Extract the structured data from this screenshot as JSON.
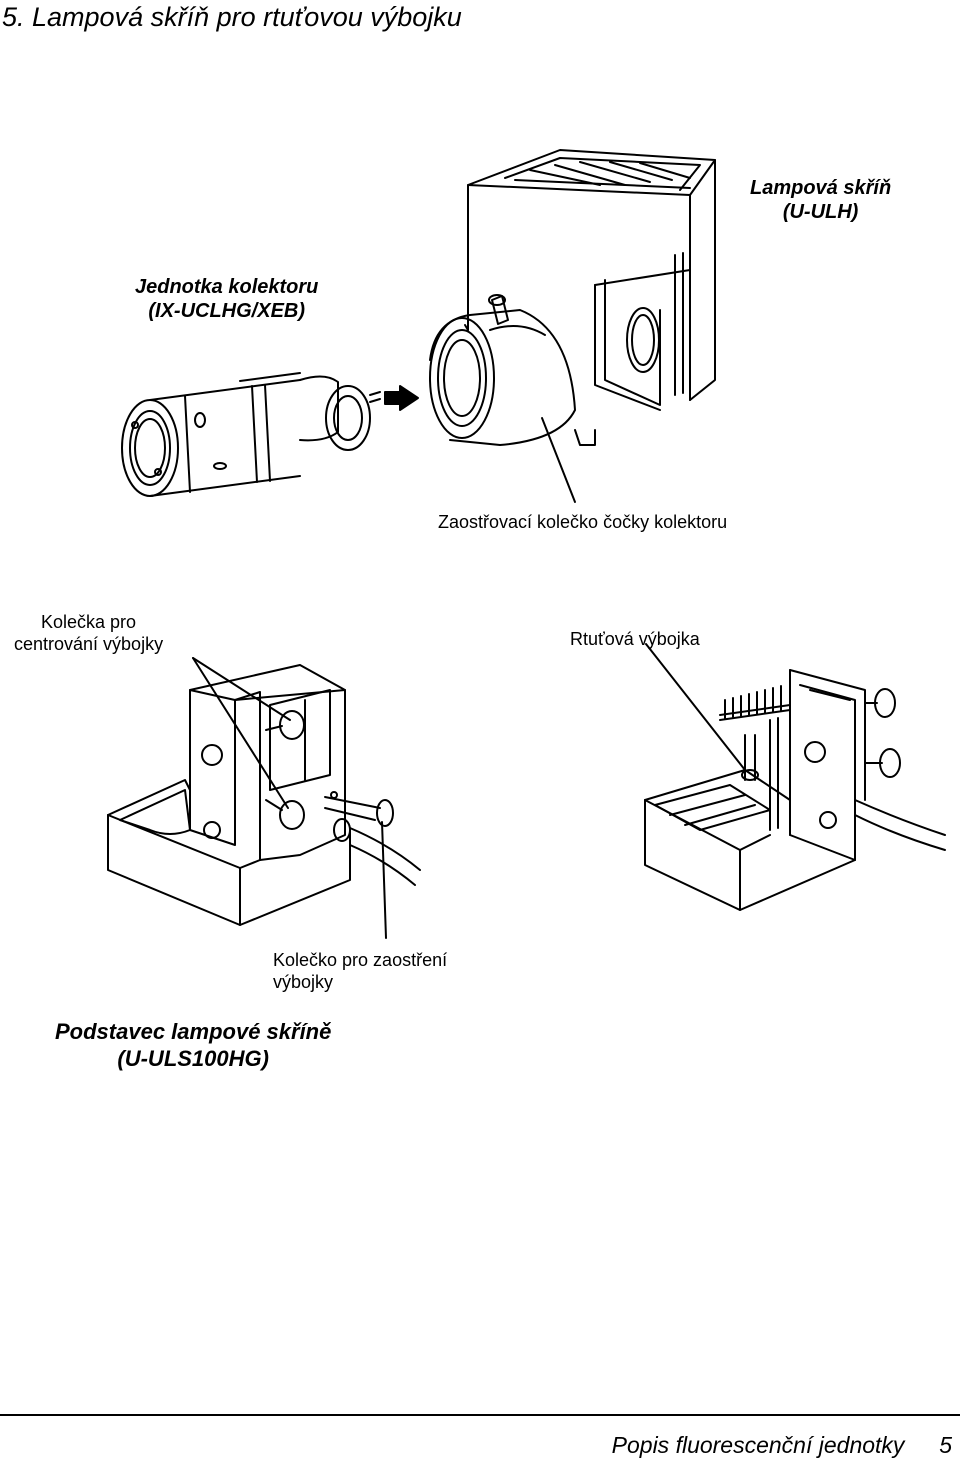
{
  "page": {
    "section_title": "5.  Lampová skříň pro rtuťovou výbojku",
    "footer_text": "Popis fluorescenční jednotky",
    "page_number": "5"
  },
  "figure_top": {
    "lamp_housing": {
      "name": "Lampová skříň",
      "model": "(U-ULH)"
    },
    "collector": {
      "name": "Jednotka kolektoru",
      "model": "(IX-UCLHG/XEB)"
    },
    "focus_knob": "Zaostřovací kolečko čočky kolektoru"
  },
  "figure_bottom": {
    "centering_knobs": {
      "line1": "Kolečka pro",
      "line2": "centrování výbojky"
    },
    "mercury_lamp": "Rtuťová výbojka",
    "lamp_focus_knob": {
      "line1": "Kolečko pro zaostření",
      "line2": "výbojky"
    },
    "socket": {
      "name": "Podstavec lampové skříně",
      "model": "(U-ULS100HG)"
    }
  }
}
